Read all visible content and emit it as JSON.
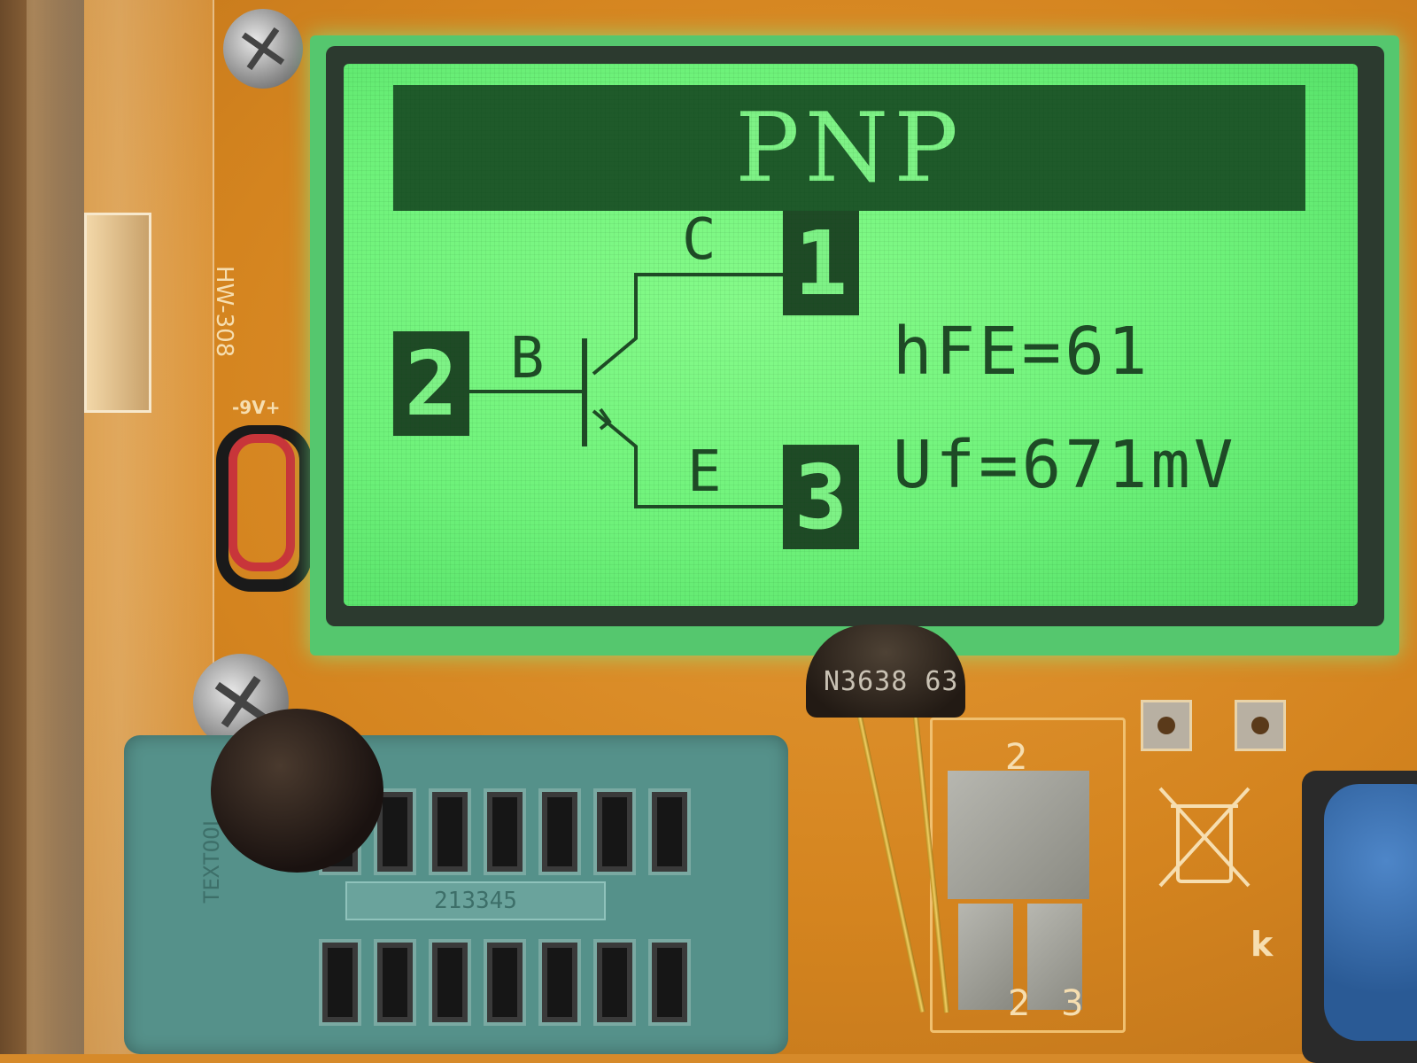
{
  "lcd": {
    "title": "PNP",
    "pins": {
      "base": "2",
      "collector": "1",
      "emitter": "3"
    },
    "labels": {
      "collector": "C",
      "base": "B",
      "emitter": "E"
    },
    "hfe": "hFE=61",
    "uf": "Uf=671mV"
  },
  "board": {
    "model": "HW-308",
    "battery": "-9V+",
    "transistor_marking": "N3638 63",
    "pad_labels": {
      "top": "2",
      "bottom_left": "2",
      "bottom_right": "3"
    },
    "socket_text": "213345",
    "socket_brand": "TEXTOOL",
    "corner_letter": "k"
  },
  "colors": {
    "lcd_background": "#6ef27a",
    "lcd_ink": "#1f4a26",
    "pcb": "#d68a2a",
    "socket": "#55918a"
  }
}
